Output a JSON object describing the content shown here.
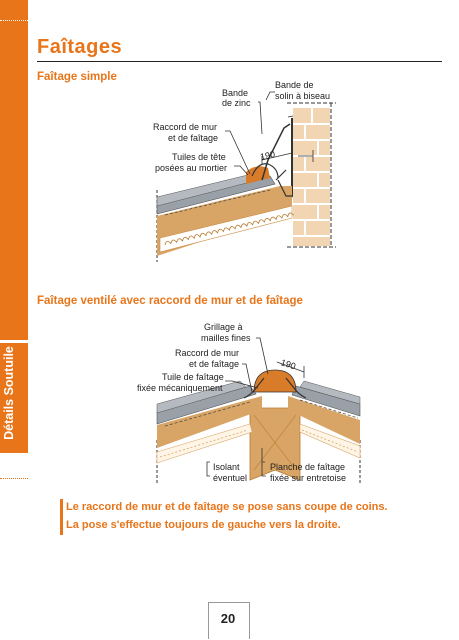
{
  "sidebar": {
    "label": "Détails Soutuile"
  },
  "page": {
    "title": "Faîtages",
    "number": "20"
  },
  "section1": {
    "heading": "Faîtage simple",
    "labels": {
      "bande_zinc_1": "Bande",
      "bande_zinc_2": "de zinc",
      "bande_solin_1": "Bande de",
      "bande_solin_2": "solin à biseau",
      "raccord_1": "Raccord de mur",
      "raccord_2": "et de faîtage",
      "tuiles_1": "Tuiles de tête",
      "tuiles_2": "posées au mortier",
      "dimension": "190"
    }
  },
  "section2": {
    "heading": "Faîtage ventilé avec raccord de mur et de faîtage",
    "labels": {
      "grillage_1": "Grillage à",
      "grillage_2": "mailles fines",
      "raccord_1": "Raccord de mur",
      "raccord_2": "et de faîtage",
      "tuile_1": "Tuile de faîtage",
      "tuile_2": "fixée mécaniquement",
      "dimension": "190",
      "isolant_1": "Isolant",
      "isolant_2": "éventuel",
      "planche_1": "Planche de faîtage",
      "planche_2": "fixée sur entretoise"
    }
  },
  "notes": [
    "Le raccord de mur et de faîtage se pose sans coupe de coins.",
    "La pose s'effectue toujours de gauche vers la droite."
  ],
  "colors": {
    "accent": "#e8751a",
    "wood": "#d9a566",
    "brick": "#f2d6b3",
    "tile": "#9aa0a8"
  }
}
